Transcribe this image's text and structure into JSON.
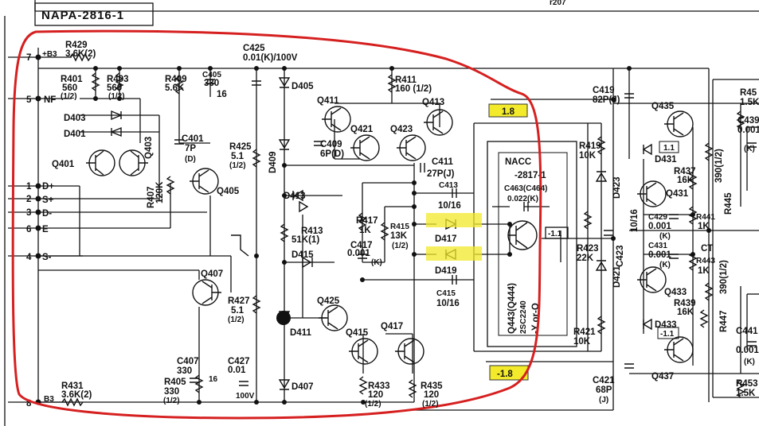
{
  "title": "NAPA-2816-1",
  "top_right_fragment": "r207",
  "module": {
    "label": "NACC",
    "part": "-2817-1"
  },
  "pins": {
    "p7": {
      "num": "7",
      "name": "+B3"
    },
    "p5": {
      "num": "5",
      "name": "NF"
    },
    "p1": {
      "num": "1",
      "name": "D+"
    },
    "p2": {
      "num": "2",
      "name": "S+"
    },
    "p3": {
      "num": "3",
      "name": "D-"
    },
    "p6": {
      "num": "6",
      "name": "E"
    },
    "p4": {
      "num": "4",
      "name": "S-"
    },
    "p8": {
      "num": "8",
      "name": "B3"
    }
  },
  "resistors": {
    "R429": {
      "ref": "R429",
      "val": "3.6K(2)"
    },
    "R401": {
      "ref": "R401",
      "val": "560",
      "tol": "(1/2)"
    },
    "R403": {
      "ref": "R403",
      "val": "560",
      "tol": "(1/2)"
    },
    "R409": {
      "ref": "R409",
      "val": "5.6K"
    },
    "R411": {
      "ref": "R411",
      "val": "160 (1/2)"
    },
    "R425": {
      "ref": "R425",
      "val": "5.1",
      "tol": "(1/2)"
    },
    "R407": {
      "ref": "R407",
      "val": "120K"
    },
    "R413": {
      "ref": "R413",
      "val": "51K(1)"
    },
    "R417": {
      "ref": "R417",
      "val": "1K"
    },
    "R415": {
      "ref": "R415",
      "val": "13K",
      "tol": "(1/2)"
    },
    "R427": {
      "ref": "R427",
      "val": "5.1",
      "tol": "(1/2)"
    },
    "R405": {
      "ref": "R405",
      "val": "330",
      "tol": "(1/2)"
    },
    "R431": {
      "ref": "R431",
      "val": "3.6K(2)"
    },
    "R433": {
      "ref": "R433",
      "val": "120",
      "tol": "(1/2)"
    },
    "R435": {
      "ref": "R435",
      "val": "120",
      "tol": "(1/2)"
    },
    "R419": {
      "ref": "R419",
      "val": "10K"
    },
    "R423": {
      "ref": "R423",
      "val": "22K"
    },
    "R421": {
      "ref": "R421",
      "val": "10K"
    },
    "R437": {
      "ref": "R437",
      "val": "16K"
    },
    "R439": {
      "ref": "R439",
      "val": "16K"
    },
    "R441": {
      "ref": "R441",
      "val": "1K"
    },
    "R443": {
      "ref": "R443",
      "val": "1K"
    },
    "R445": {
      "ref": "R445",
      "val": "390(1/2)"
    },
    "R447": {
      "ref": "R447",
      "val": "390(1/2)"
    },
    "R45x": {
      "ref": "R45",
      "val": "1.5K"
    },
    "R453": {
      "ref": "R453",
      "val": "1.5K"
    }
  },
  "capacitors": {
    "C425": {
      "ref": "C425",
      "val": "0.01(K)/100V"
    },
    "C405": {
      "ref": "C405",
      "val": "330",
      "v": "16"
    },
    "C401": {
      "ref": "C401",
      "val": "7P",
      "v": "(D)"
    },
    "C409": {
      "ref": "C409",
      "val": "6P(D)"
    },
    "C411": {
      "ref": "C411",
      "val": "27P(J)"
    },
    "C413": {
      "ref": "C413",
      "val": "10/16"
    },
    "C417": {
      "ref": "C417",
      "val": "0.001",
      "v": "(K)"
    },
    "C415": {
      "ref": "C415",
      "val": "10/16"
    },
    "C407": {
      "ref": "C407",
      "val": "330",
      "v": "16"
    },
    "C427": {
      "ref": "C427",
      "val": "0.01",
      "v": "100V"
    },
    "C463": {
      "ref": "C463(C464)",
      "val": "0.022(K)"
    },
    "C419": {
      "ref": "C419",
      "val": "82P(J)"
    },
    "C423": {
      "ref": "C423",
      "val": "10/16"
    },
    "C429": {
      "ref": "C429",
      "val": "0.001",
      "v": "(K)"
    },
    "C431": {
      "ref": "C431",
      "val": "0.001",
      "v": "(K)"
    },
    "C421": {
      "ref": "C421",
      "val": "68P",
      "v": "(J)"
    },
    "C439": {
      "ref": "C439",
      "val": "0.001",
      "v": "(K)"
    },
    "C441": {
      "ref": "C441",
      "val": "0.001",
      "v": "(K)"
    }
  },
  "transistors": {
    "Q401": "Q401",
    "Q403": "Q403",
    "Q405": "Q405",
    "Q407": "Q407",
    "Q411": "Q411",
    "Q413": "Q413",
    "Q415": "Q415",
    "Q417": "Q417",
    "Q421": "Q421",
    "Q423": "Q423",
    "Q425": "Q425",
    "Q431": "Q431",
    "Q433": "Q433",
    "Q435": "Q435",
    "Q437": "Q437",
    "Q443": "Q443(Q444)",
    "Q443_part": "2SC2240",
    "Q443_grade": "-Y or-O"
  },
  "diodes": {
    "D401": "D401",
    "D403": "D403",
    "D405": "D405",
    "D407": "D407",
    "D409": "D409",
    "D411": "D411",
    "D413": "D413",
    "D415": "D415",
    "D417": "D417",
    "D419": "D419",
    "D421": "D421",
    "D423": "D423",
    "D431": "D431",
    "D433": "D433"
  },
  "voltages": {
    "pos": "1.8",
    "neg": "-1.8",
    "mod": "-1.1",
    "q435": "1.1",
    "q437": "-1.1",
    "ct": "CT"
  },
  "colors": {
    "highlight": "#f2ea2a",
    "circle": "#d62020",
    "ink": "#111111"
  }
}
